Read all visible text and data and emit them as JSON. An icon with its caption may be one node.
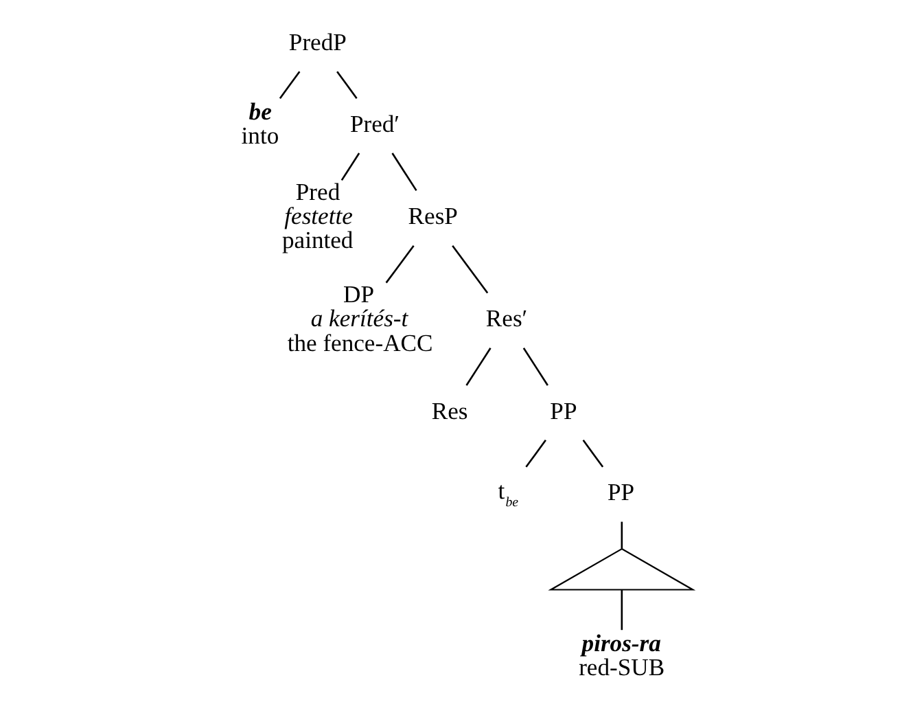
{
  "diagram": {
    "nodes": [
      {
        "text": [
          "PredP"
        ]
      },
      {
        "text": [
          "be",
          "into"
        ]
      },
      {
        "text": [
          "Pred′"
        ]
      },
      {
        "text": [
          "Pred",
          "festette",
          "painted"
        ]
      },
      {
        "text": [
          "ResP"
        ]
      },
      {
        "text": [
          "DP",
          "a kerítés-t",
          "the fence-ACC"
        ]
      },
      {
        "text": [
          "Res′"
        ]
      },
      {
        "text": [
          "Res"
        ]
      },
      {
        "text": [
          "PP"
        ]
      },
      {
        "text": [
          "t$_{be}$"
        ]
      },
      {
        "text": [
          "PP"
        ]
      },
      {
        "text": [],
        "shape": "triangle"
      },
      {
        "text": [
          "piros-ra",
          "red-SUB"
        ]
      }
    ],
    "edges": [
      {
        "from": 0,
        "to": 1,
        "arrow": "none"
      },
      {
        "from": 0,
        "to": 2,
        "arrow": "none"
      },
      {
        "from": 2,
        "to": 3,
        "arrow": "none"
      },
      {
        "from": 2,
        "to": 4,
        "arrow": "none"
      },
      {
        "from": 4,
        "to": 5,
        "arrow": "none"
      },
      {
        "from": 4,
        "to": 6,
        "arrow": "none"
      },
      {
        "from": 6,
        "to": 7,
        "arrow": "none"
      },
      {
        "from": 6,
        "to": 8,
        "arrow": "none"
      },
      {
        "from": 8,
        "to": 9,
        "arrow": "none"
      },
      {
        "from": 8,
        "to": 10,
        "arrow": "none"
      },
      {
        "from": 10,
        "to": 11,
        "arrow": "none"
      },
      {
        "from": 11,
        "to": 12,
        "arrow": "none"
      }
    ]
  }
}
